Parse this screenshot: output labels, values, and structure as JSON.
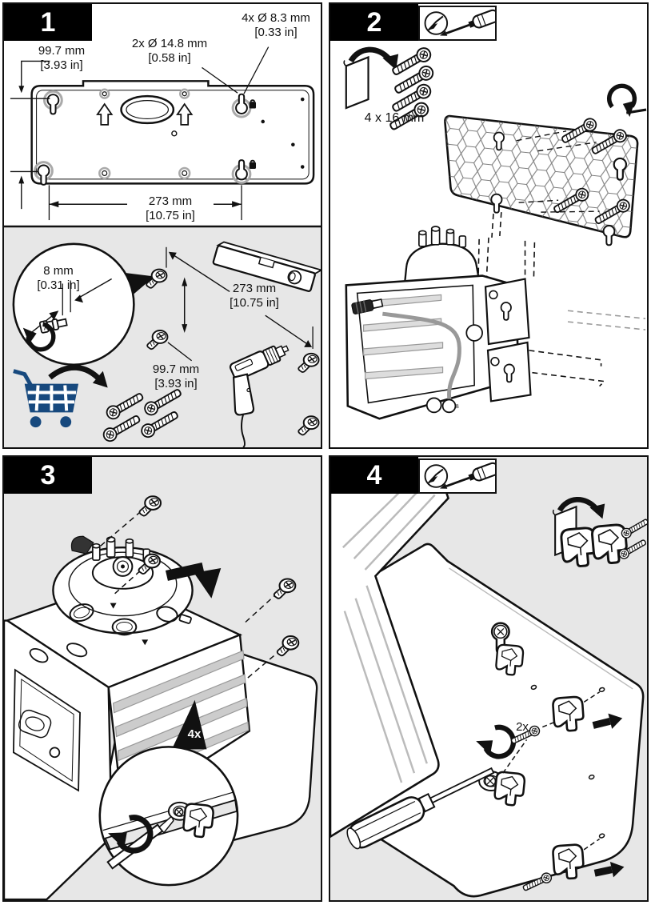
{
  "document": {
    "type": "installation-instructions",
    "steps_total": "4"
  },
  "colors": {
    "line": "#111111",
    "panel_gray": "#e7e7e7",
    "paper": "#ffffff",
    "cart_blue": "#17497E"
  },
  "icons": {
    "step2_tool": "flathead-screwdriver-icon",
    "step4_tool": "flathead-screwdriver-icon",
    "cart": "shopping-cart-icon",
    "drill": "power-drill-icon",
    "level": "spirit-level-icon",
    "package": "hardware-pack-icon",
    "rotate": "rotate-clockwise-arrow-icon",
    "lock": "lock-icon",
    "clip": "retainer-clip-icon",
    "screw": "screw-icon"
  },
  "panels": {
    "p1": {
      "number": "1",
      "labels": {
        "holes_large": "2x Ø 14.8 mm\n[0.58 in]",
        "holes_small": "4x Ø 8.3 mm\n[0.33 in]",
        "height": "99.7 mm\n[3.93 in]",
        "width": "273 mm\n[10.75 in]",
        "screw_gap": "8 mm\n[0.31 in]",
        "width2": "273 mm\n[10.75 in]",
        "height2": "99.7 mm\n[3.93 in]"
      }
    },
    "p2": {
      "number": "2",
      "screws": "4 x 16 mm"
    },
    "p3": {
      "number": "3",
      "qty": "4x"
    },
    "p4": {
      "number": "4",
      "qty": "2x"
    }
  }
}
